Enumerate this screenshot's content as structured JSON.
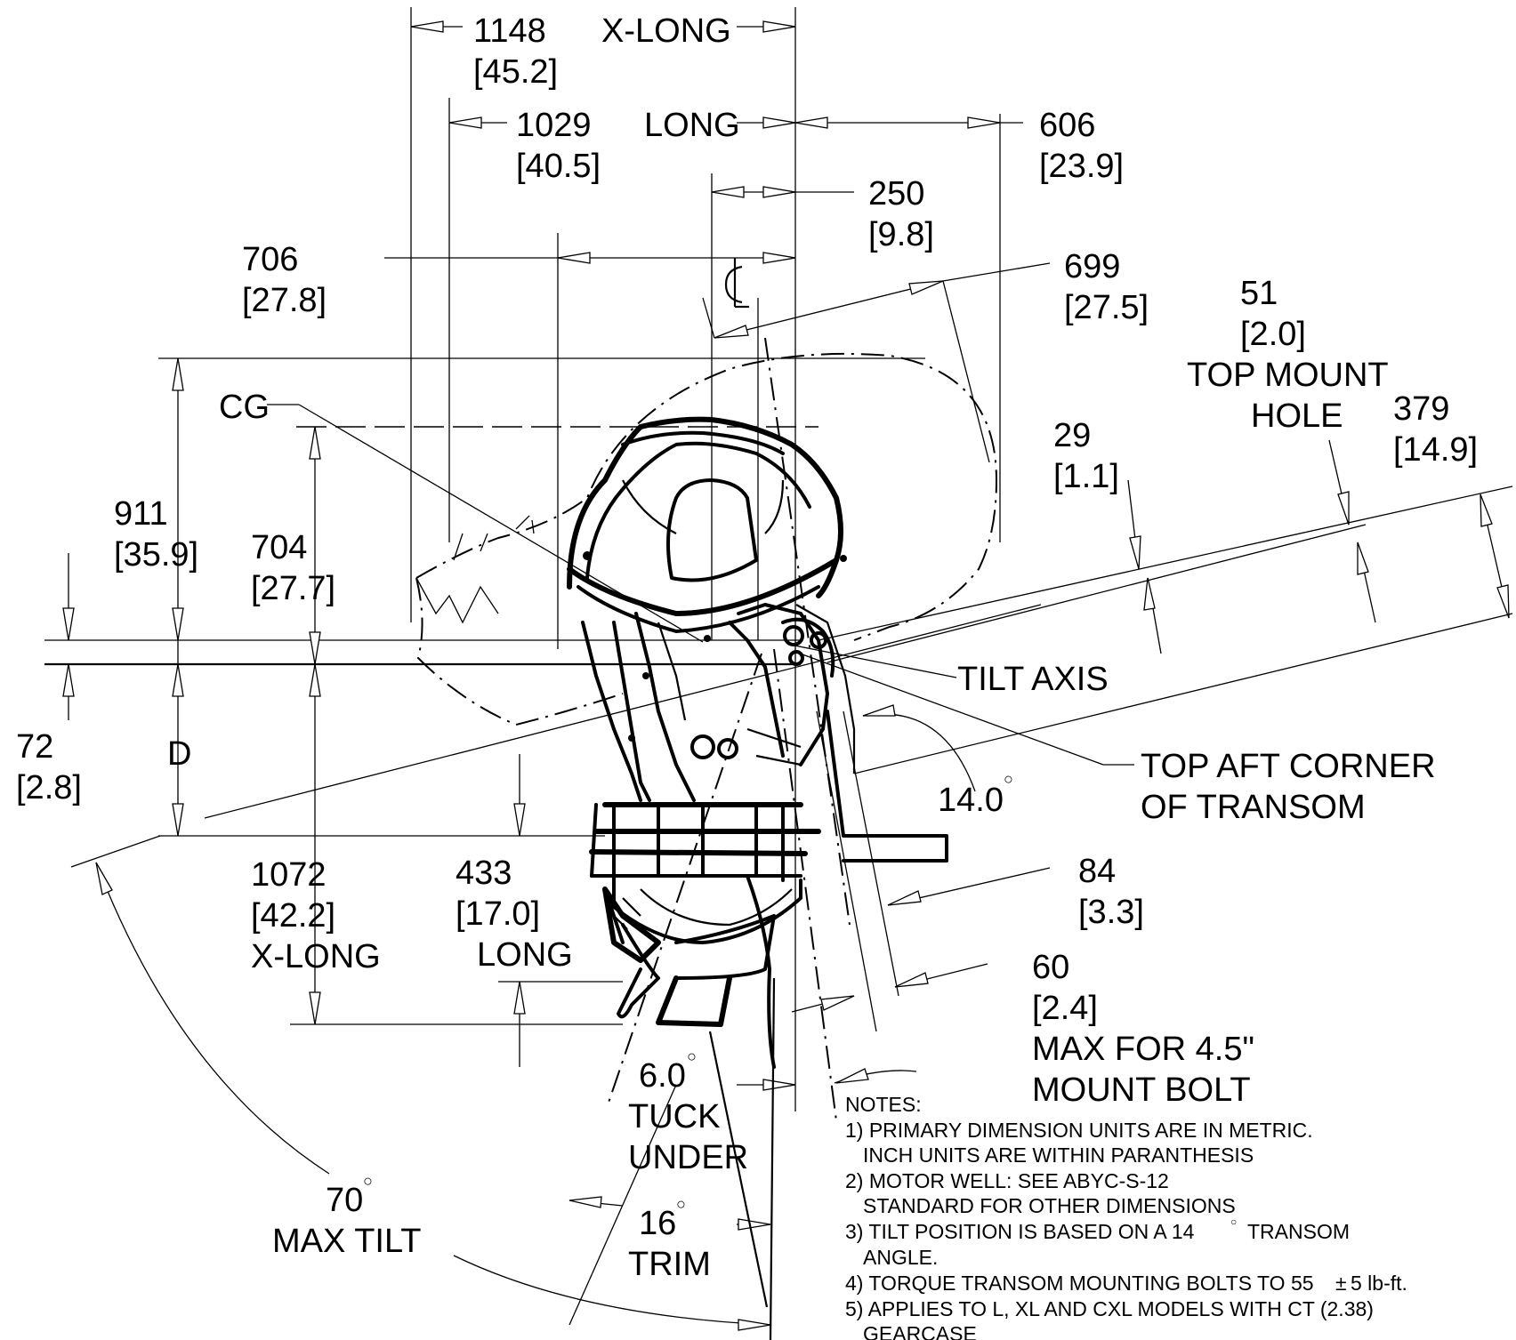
{
  "dimensions": {
    "d1148": {
      "mm": "1148",
      "in": "[45.2]",
      "label": "X-LONG"
    },
    "d1029": {
      "mm": "1029",
      "in": "[40.5]",
      "label": "LONG"
    },
    "d606": {
      "mm": "606",
      "in": "[23.9]"
    },
    "d250": {
      "mm": "250",
      "in": "[9.8]"
    },
    "d706": {
      "mm": "706",
      "in": "[27.8]"
    },
    "d699": {
      "mm": "699",
      "in": "[27.5]"
    },
    "d51": {
      "mm": "51",
      "in": "[2.0]",
      "label1": "TOP MOUNT",
      "label2": "HOLE"
    },
    "d379": {
      "mm": "379",
      "in": "[14.9]"
    },
    "d29": {
      "mm": "29",
      "in": "[1.1]"
    },
    "d911": {
      "mm": "911",
      "in": "[35.9]"
    },
    "d704": {
      "mm": "704",
      "in": "[27.7]"
    },
    "d72": {
      "mm": "72",
      "in": "[2.8]"
    },
    "d1072": {
      "mm": "1072",
      "in": "[42.2]",
      "label": "X-LONG"
    },
    "d433": {
      "mm": "433",
      "in": "[17.0]",
      "label": "LONG"
    },
    "d84": {
      "mm": "84",
      "in": "[3.3]"
    },
    "d60": {
      "mm": "60",
      "in": "[2.4]",
      "label1": "MAX FOR 4.5\"",
      "label2": "MOUNT BOLT"
    }
  },
  "labels": {
    "cg": "CG",
    "d": "D",
    "tilt_axis": "TILT AXIS",
    "top_aft1": "TOP AFT CORNER",
    "top_aft2": "OF TRANSOM",
    "centerline": "℄"
  },
  "angles": {
    "transom": {
      "value": "14.0",
      "unit": "○"
    },
    "tuck": {
      "value": "6.0",
      "unit": "○",
      "label1": "TUCK",
      "label2": "UNDER"
    },
    "trim": {
      "value": "16",
      "unit": "○",
      "label": "TRIM"
    },
    "tilt": {
      "value": "70",
      "unit": "○",
      "label": "MAX TILT"
    }
  },
  "notes": {
    "title": "NOTES:",
    "lines": [
      "1) PRIMARY DIMENSION UNITS ARE IN METRIC.",
      "INCH UNITS ARE WITHIN PARANTHESIS",
      "2) MOTOR WELL: SEE ABYC-S-12",
      "STANDARD FOR OTHER DIMENSIONS",
      "3) TILT POSITION IS BASED ON A 14",
      "TRANSOM",
      "ANGLE.",
      "4) TORQUE TRANSOM MOUNTING BOLTS TO 55",
      "±",
      "5 lb-ft.",
      "5) APPLIES TO L, XL AND CXL MODELS WITH CT (2.38)",
      "GEARCASE"
    ],
    "degree": "○"
  }
}
